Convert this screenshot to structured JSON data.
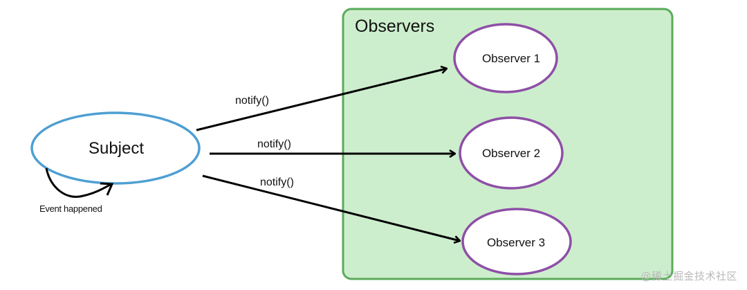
{
  "diagram": {
    "group_title": "Observers",
    "subject_label": "Subject",
    "self_loop_label": "Event happened",
    "observers": [
      {
        "label": "Observer 1"
      },
      {
        "label": "Observer 2"
      },
      {
        "label": "Observer 3"
      }
    ],
    "edges": [
      {
        "from": "Subject",
        "to": "Observer 1",
        "label": "notify()"
      },
      {
        "from": "Subject",
        "to": "Observer 2",
        "label": "notify()"
      },
      {
        "from": "Subject",
        "to": "Observer 3",
        "label": "notify()"
      }
    ],
    "colors": {
      "group_fill": "#cdeecd",
      "group_border": "#5aaa5a",
      "subject_border": "#4e9fd3",
      "observer_border": "#8e4fa6",
      "arrow": "#000000"
    }
  },
  "watermark": "@稀土掘金技术社区"
}
